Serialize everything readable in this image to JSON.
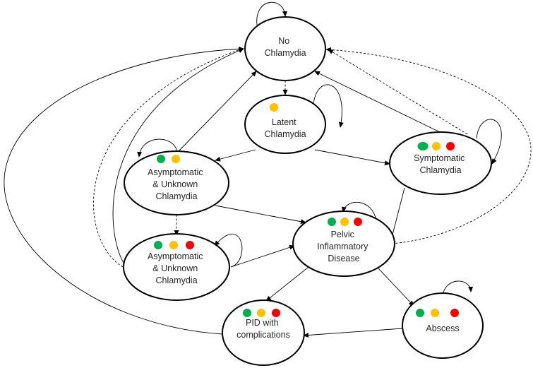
{
  "diagram": {
    "type": "state-transition",
    "colors": {
      "green": "#00b050",
      "amber": "#ffc000",
      "red": "#ff0000",
      "stroke": "#000000",
      "text": "#262626"
    },
    "nodes": {
      "no_chlamydia": {
        "lines": [
          "No",
          "Chlamydia"
        ],
        "dots": []
      },
      "latent": {
        "lines": [
          "Latent",
          "Chlamydia"
        ],
        "dots": [
          "amber"
        ]
      },
      "asym1": {
        "lines": [
          "Asymptomatic",
          "& Unknown",
          "Chlamydia"
        ],
        "dots": [
          "green",
          "amber"
        ]
      },
      "symptomatic": {
        "lines": [
          "Symptomatic",
          "Chlamydia"
        ],
        "dots": [
          "green",
          "amber",
          "red"
        ]
      },
      "pid": {
        "lines": [
          "Pelvic",
          "Inflammatory",
          "Disease"
        ],
        "dots": [
          "green",
          "amber",
          "red"
        ]
      },
      "asym2": {
        "lines": [
          "Asymptomatic",
          "& Unknown",
          "Chlamydia"
        ],
        "dots": [
          "green",
          "amber",
          "red"
        ]
      },
      "pid_complications": {
        "lines": [
          "PID with",
          "complications"
        ],
        "dots": [
          "green",
          "amber",
          "red"
        ]
      },
      "abscess": {
        "lines": [
          "Abscess"
        ],
        "dots": [
          "green",
          "amber",
          "red"
        ]
      }
    },
    "edges": [
      {
        "from": "no_chlamydia",
        "to": "no_chlamydia",
        "style": "solid",
        "self_loop": true
      },
      {
        "from": "latent",
        "to": "latent",
        "style": "solid",
        "self_loop": true
      },
      {
        "from": "asym1",
        "to": "asym1",
        "style": "solid",
        "self_loop": true
      },
      {
        "from": "symptomatic",
        "to": "symptomatic",
        "style": "solid",
        "self_loop": true
      },
      {
        "from": "pid",
        "to": "pid",
        "style": "solid",
        "self_loop": true
      },
      {
        "from": "asym2",
        "to": "asym2",
        "style": "solid",
        "self_loop": true
      },
      {
        "from": "abscess",
        "to": "abscess",
        "style": "solid",
        "self_loop": true
      },
      {
        "from": "no_chlamydia",
        "to": "latent",
        "style": "dashed"
      },
      {
        "from": "asym1",
        "to": "no_chlamydia",
        "style": "solid"
      },
      {
        "from": "latent",
        "to": "asym1",
        "style": "solid"
      },
      {
        "from": "latent",
        "to": "symptomatic",
        "style": "solid"
      },
      {
        "from": "symptomatic",
        "to": "no_chlamydia",
        "style": "solid"
      },
      {
        "from": "symptomatic",
        "to": "no_chlamydia",
        "style": "dashed"
      },
      {
        "from": "pid",
        "to": "no_chlamydia",
        "style": "dashed"
      },
      {
        "from": "asym1",
        "to": "pid",
        "style": "solid"
      },
      {
        "from": "asym1",
        "to": "asym2",
        "style": "dashed"
      },
      {
        "from": "symptomatic",
        "to": "pid",
        "style": "solid"
      },
      {
        "from": "asym2",
        "to": "pid",
        "style": "solid"
      },
      {
        "from": "asym2",
        "to": "no_chlamydia",
        "style": "solid"
      },
      {
        "from": "asym2",
        "to": "no_chlamydia",
        "style": "dashed"
      },
      {
        "from": "pid",
        "to": "pid_complications",
        "style": "solid"
      },
      {
        "from": "pid",
        "to": "abscess",
        "style": "solid"
      },
      {
        "from": "abscess",
        "to": "pid_complications",
        "style": "solid"
      },
      {
        "from": "pid_complications",
        "to": "no_chlamydia",
        "style": "solid"
      }
    ]
  }
}
